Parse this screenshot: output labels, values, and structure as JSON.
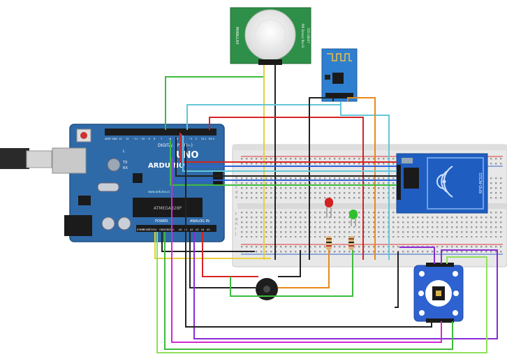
{
  "arduino": {
    "logo": "ARDUINO",
    "model": "UNO",
    "digital_label": "DIGITAL (PWM~)",
    "power_label": "POWER",
    "analog_label": "ANALOG IN",
    "pins_top": [
      "AREF",
      "GND",
      "13",
      "12",
      "~11",
      "~10",
      "~9",
      "8",
      "7",
      "~6",
      "~5",
      "4",
      "~3",
      "2",
      "TX 1",
      "RX 0"
    ],
    "pins_bottom": [
      "IOREF",
      "RESET",
      "3.3V",
      "5V",
      "GND",
      "GND",
      "Vin",
      "A0",
      "A1",
      "A2",
      "A3",
      "A4",
      "A5"
    ],
    "led_labels": [
      "L",
      "TX",
      "RX"
    ],
    "chip_text": "ATMEGA328P",
    "small_text": "www.arduino.cc"
  },
  "pir": {
    "vendor": "PARALLAX",
    "side_text": "PIR Sensor Rev B",
    "part_number": "555-28027"
  },
  "rfid": {
    "label": "RFID-RC522"
  },
  "breadboard": {
    "top_rows": [
      "a",
      "b",
      "c",
      "d",
      "e"
    ],
    "bottom_rows": [
      "f",
      "g",
      "h",
      "i",
      "j"
    ]
  },
  "colors": {
    "arduino_board": "#2f6aa8",
    "breadboard": "#e6e6e6",
    "rfid_board": "#1f5ec0",
    "esp_board": "#2e7fd0",
    "pir_board": "#2e8f48",
    "wire_green": "#3dbb3d",
    "wire_red": "#d82323",
    "wire_blue": "#2f62d8",
    "wire_cyan": "#63c7d8",
    "wire_purple": "#8a2ad6",
    "wire_orange": "#e88a1a",
    "wire_yellow": "#e8cf3a",
    "wire_black": "#222222",
    "wire_magenta": "#d22ad2",
    "wire_lime": "#8fe05a"
  }
}
